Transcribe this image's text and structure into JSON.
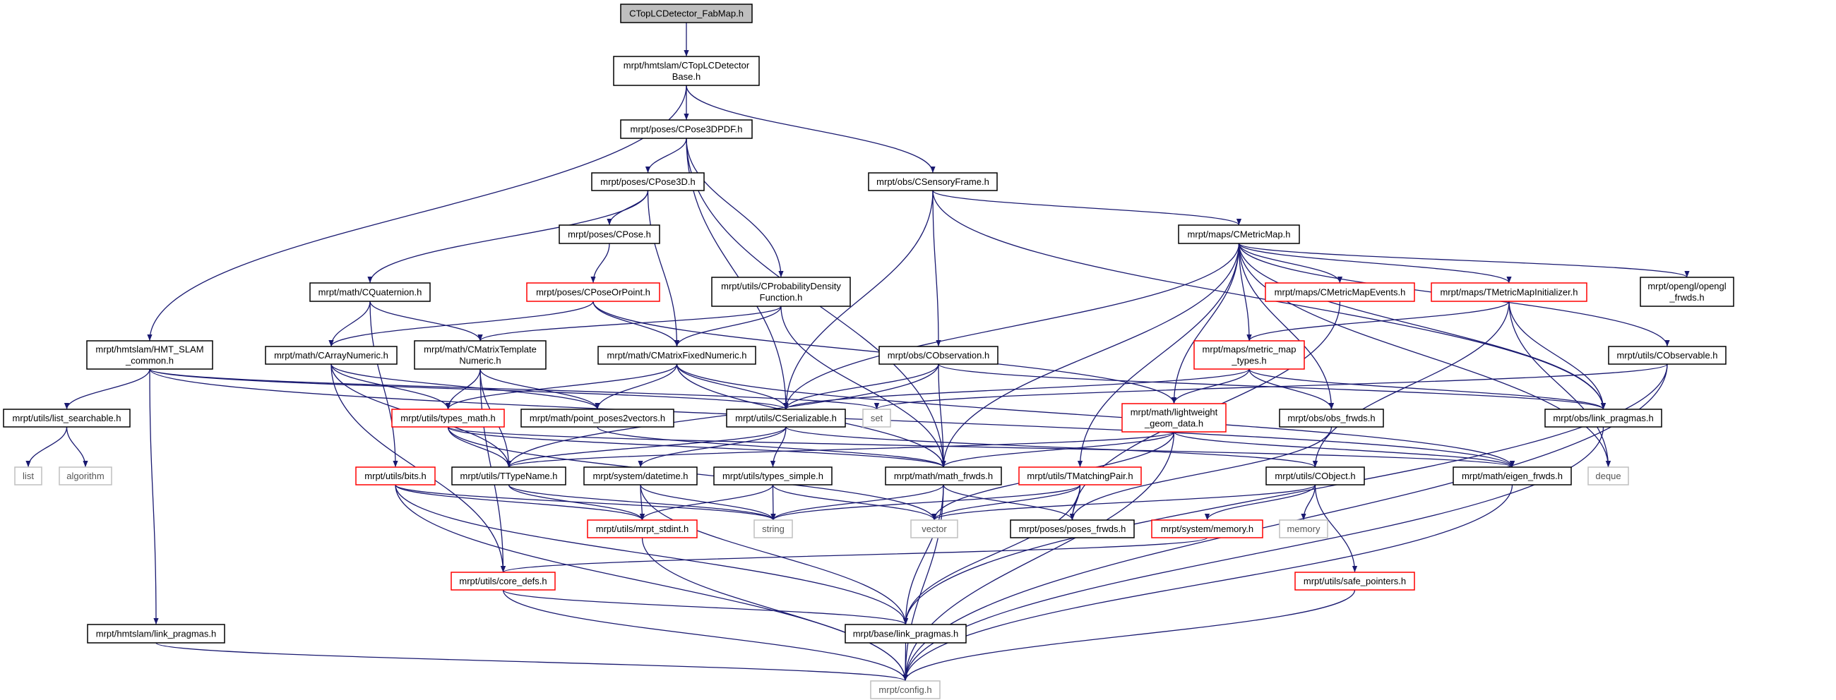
{
  "title": "CTopLCDetector_FabMap.h",
  "colors": {
    "edge": "#191970",
    "root_fill": "#bfbfbf",
    "documented_border": "#000000",
    "undocumented_border": "#ff0000",
    "system_border": "#bfbfbf"
  },
  "nodes": [
    {
      "id": 0,
      "lines": [
        "CTopLCDetector_FabMap.h"
      ],
      "style": "root"
    },
    {
      "id": 1,
      "lines": [
        "mrpt/hmtslam/CTopLCDetector",
        "Base.h"
      ],
      "style": "doc"
    },
    {
      "id": 2,
      "lines": [
        "mrpt/poses/CPose3DPDF.h"
      ],
      "style": "doc"
    },
    {
      "id": 3,
      "lines": [
        "mrpt/poses/CPose3D.h"
      ],
      "style": "doc"
    },
    {
      "id": 4,
      "lines": [
        "mrpt/obs/CSensoryFrame.h"
      ],
      "style": "doc"
    },
    {
      "id": 5,
      "lines": [
        "mrpt/poses/CPose.h"
      ],
      "style": "doc"
    },
    {
      "id": 6,
      "lines": [
        "mrpt/poses/CPoseOrPoint.h"
      ],
      "style": "red"
    },
    {
      "id": 7,
      "lines": [
        "mrpt/math/CQuaternion.h"
      ],
      "style": "doc"
    },
    {
      "id": 8,
      "lines": [
        "mrpt/utils/CProbabilityDensity",
        "Function.h"
      ],
      "style": "doc"
    },
    {
      "id": 9,
      "lines": [
        "mrpt/maps/CMetricMap.h"
      ],
      "style": "doc"
    },
    {
      "id": 10,
      "lines": [
        "mrpt/maps/CMetricMapEvents.h"
      ],
      "style": "red"
    },
    {
      "id": 11,
      "lines": [
        "mrpt/maps/TMetricMapInitializer.h"
      ],
      "style": "red"
    },
    {
      "id": 12,
      "lines": [
        "mrpt/opengl/opengl",
        "_frwds.h"
      ],
      "style": "doc"
    },
    {
      "id": 13,
      "lines": [
        "mrpt/hmtslam/HMT_SLAM",
        "_common.h"
      ],
      "style": "doc"
    },
    {
      "id": 14,
      "lines": [
        "mrpt/math/CArrayNumeric.h"
      ],
      "style": "doc"
    },
    {
      "id": 15,
      "lines": [
        "mrpt/math/CMatrixTemplate",
        "Numeric.h"
      ],
      "style": "doc"
    },
    {
      "id": 16,
      "lines": [
        "mrpt/math/CMatrixFixedNumeric.h"
      ],
      "style": "doc"
    },
    {
      "id": 17,
      "lines": [
        "mrpt/obs/CObservation.h"
      ],
      "style": "doc"
    },
    {
      "id": 18,
      "lines": [
        "mrpt/utils/list_searchable.h"
      ],
      "style": "doc"
    },
    {
      "id": 19,
      "lines": [
        "mrpt/utils/types_math.h"
      ],
      "style": "red"
    },
    {
      "id": 20,
      "lines": [
        "mrpt/math/point_poses2vectors.h"
      ],
      "style": "doc"
    },
    {
      "id": 21,
      "lines": [
        "mrpt/utils/CSerializable.h"
      ],
      "style": "doc"
    },
    {
      "id": 22,
      "lines": [
        "set"
      ],
      "style": "sys"
    },
    {
      "id": 23,
      "lines": [
        "list"
      ],
      "style": "sys"
    },
    {
      "id": 24,
      "lines": [
        "algorithm"
      ],
      "style": "sys"
    },
    {
      "id": 25,
      "lines": [
        "mrpt/utils/bits.h"
      ],
      "style": "red"
    },
    {
      "id": 26,
      "lines": [
        "mrpt/utils/TTypeName.h"
      ],
      "style": "doc"
    },
    {
      "id": 27,
      "lines": [
        "mrpt/system/datetime.h"
      ],
      "style": "doc"
    },
    {
      "id": 28,
      "lines": [
        "mrpt/utils/types_simple.h"
      ],
      "style": "doc"
    },
    {
      "id": 29,
      "lines": [
        "mrpt/math/math_frwds.h"
      ],
      "style": "doc"
    },
    {
      "id": 30,
      "lines": [
        "mrpt/utils/mrpt_stdint.h"
      ],
      "style": "red"
    },
    {
      "id": 31,
      "lines": [
        "string"
      ],
      "style": "sys"
    },
    {
      "id": 32,
      "lines": [
        "mrpt/utils/core_defs.h"
      ],
      "style": "red"
    },
    {
      "id": 33,
      "lines": [
        "mrpt/hmtslam/link_pragmas.h"
      ],
      "style": "doc"
    },
    {
      "id": 34,
      "lines": [
        "mrpt/base/link_pragmas.h"
      ],
      "style": "doc"
    },
    {
      "id": 35,
      "lines": [
        "mrpt/config.h"
      ],
      "style": "sys"
    },
    {
      "id": 36,
      "lines": [
        "mrpt/maps/metric_map",
        "_types.h"
      ],
      "style": "red"
    },
    {
      "id": 37,
      "lines": [
        "mrpt/utils/CObservable.h"
      ],
      "style": "doc"
    },
    {
      "id": 38,
      "lines": [
        "mrpt/math/lightweight",
        "_geom_data.h"
      ],
      "style": "red"
    },
    {
      "id": 39,
      "lines": [
        "mrpt/obs/obs_frwds.h"
      ],
      "style": "doc"
    },
    {
      "id": 40,
      "lines": [
        "mrpt/obs/link_pragmas.h"
      ],
      "style": "doc"
    },
    {
      "id": 41,
      "lines": [
        "mrpt/utils/TMatchingPair.h"
      ],
      "style": "red"
    },
    {
      "id": 42,
      "lines": [
        "mrpt/utils/CObject.h"
      ],
      "style": "doc"
    },
    {
      "id": 43,
      "lines": [
        "mrpt/math/eigen_frwds.h"
      ],
      "style": "doc"
    },
    {
      "id": 44,
      "lines": [
        "deque"
      ],
      "style": "sys"
    },
    {
      "id": 45,
      "lines": [
        "vector"
      ],
      "style": "sys"
    },
    {
      "id": 46,
      "lines": [
        "mrpt/poses/poses_frwds.h"
      ],
      "style": "doc"
    },
    {
      "id": 47,
      "lines": [
        "mrpt/system/memory.h"
      ],
      "style": "red"
    },
    {
      "id": 48,
      "lines": [
        "memory"
      ],
      "style": "sys"
    },
    {
      "id": 49,
      "lines": [
        "mrpt/utils/safe_pointers.h"
      ],
      "style": "red"
    }
  ],
  "edges": [
    [
      0,
      1
    ],
    [
      1,
      2
    ],
    [
      1,
      4
    ],
    [
      1,
      13
    ],
    [
      2,
      3
    ],
    [
      2,
      8
    ],
    [
      2,
      21
    ],
    [
      2,
      29
    ],
    [
      3,
      5
    ],
    [
      3,
      7
    ],
    [
      3,
      16
    ],
    [
      5,
      6
    ],
    [
      6,
      14
    ],
    [
      6,
      16
    ],
    [
      6,
      38
    ],
    [
      7,
      14
    ],
    [
      7,
      15
    ],
    [
      7,
      25
    ],
    [
      8,
      15
    ],
    [
      8,
      16
    ],
    [
      8,
      29
    ],
    [
      4,
      9
    ],
    [
      4,
      17
    ],
    [
      4,
      21
    ],
    [
      4,
      40
    ],
    [
      9,
      10
    ],
    [
      9,
      11
    ],
    [
      9,
      12
    ],
    [
      9,
      36
    ],
    [
      9,
      37
    ],
    [
      9,
      38
    ],
    [
      9,
      39
    ],
    [
      9,
      40
    ],
    [
      9,
      21
    ],
    [
      9,
      29
    ],
    [
      9,
      41
    ],
    [
      9,
      44
    ],
    [
      10,
      46
    ],
    [
      11,
      36
    ],
    [
      11,
      40
    ],
    [
      11,
      42
    ],
    [
      11,
      44
    ],
    [
      13,
      18
    ],
    [
      13,
      33
    ],
    [
      13,
      21
    ],
    [
      13,
      22
    ],
    [
      13,
      43
    ],
    [
      14,
      19
    ],
    [
      14,
      20
    ],
    [
      14,
      26
    ],
    [
      14,
      32
    ],
    [
      15,
      19
    ],
    [
      15,
      20
    ],
    [
      15,
      26
    ],
    [
      15,
      32
    ],
    [
      16,
      19
    ],
    [
      16,
      20
    ],
    [
      16,
      21
    ],
    [
      16,
      29
    ],
    [
      16,
      43
    ],
    [
      17,
      21
    ],
    [
      17,
      29
    ],
    [
      17,
      26
    ],
    [
      17,
      40
    ],
    [
      18,
      23
    ],
    [
      18,
      24
    ],
    [
      19,
      26
    ],
    [
      19,
      29
    ],
    [
      19,
      43
    ],
    [
      19,
      45
    ],
    [
      20,
      29
    ],
    [
      21,
      26
    ],
    [
      21,
      27
    ],
    [
      21,
      28
    ],
    [
      21,
      42
    ],
    [
      25,
      30
    ],
    [
      25,
      31
    ],
    [
      25,
      34
    ],
    [
      25,
      35
    ],
    [
      26,
      30
    ],
    [
      26,
      31
    ],
    [
      27,
      30
    ],
    [
      27,
      31
    ],
    [
      27,
      34
    ],
    [
      28,
      30
    ],
    [
      28,
      31
    ],
    [
      28,
      45
    ],
    [
      29,
      31
    ],
    [
      29,
      34
    ],
    [
      29,
      35
    ],
    [
      29,
      46
    ],
    [
      30,
      35
    ],
    [
      32,
      34
    ],
    [
      32,
      35
    ],
    [
      33,
      35
    ],
    [
      34,
      35
    ],
    [
      36,
      21
    ],
    [
      36,
      38
    ],
    [
      36,
      39
    ],
    [
      36,
      40
    ],
    [
      37,
      22
    ],
    [
      37,
      34
    ],
    [
      37,
      35
    ],
    [
      38,
      26
    ],
    [
      38,
      29
    ],
    [
      38,
      45
    ],
    [
      38,
      43
    ],
    [
      38,
      35
    ],
    [
      39,
      46
    ],
    [
      40,
      35
    ],
    [
      41,
      31
    ],
    [
      41,
      45
    ],
    [
      41,
      46
    ],
    [
      41,
      34
    ],
    [
      42,
      45
    ],
    [
      42,
      47
    ],
    [
      42,
      48
    ],
    [
      42,
      49
    ],
    [
      43,
      35
    ],
    [
      47,
      32
    ],
    [
      49,
      35
    ]
  ]
}
